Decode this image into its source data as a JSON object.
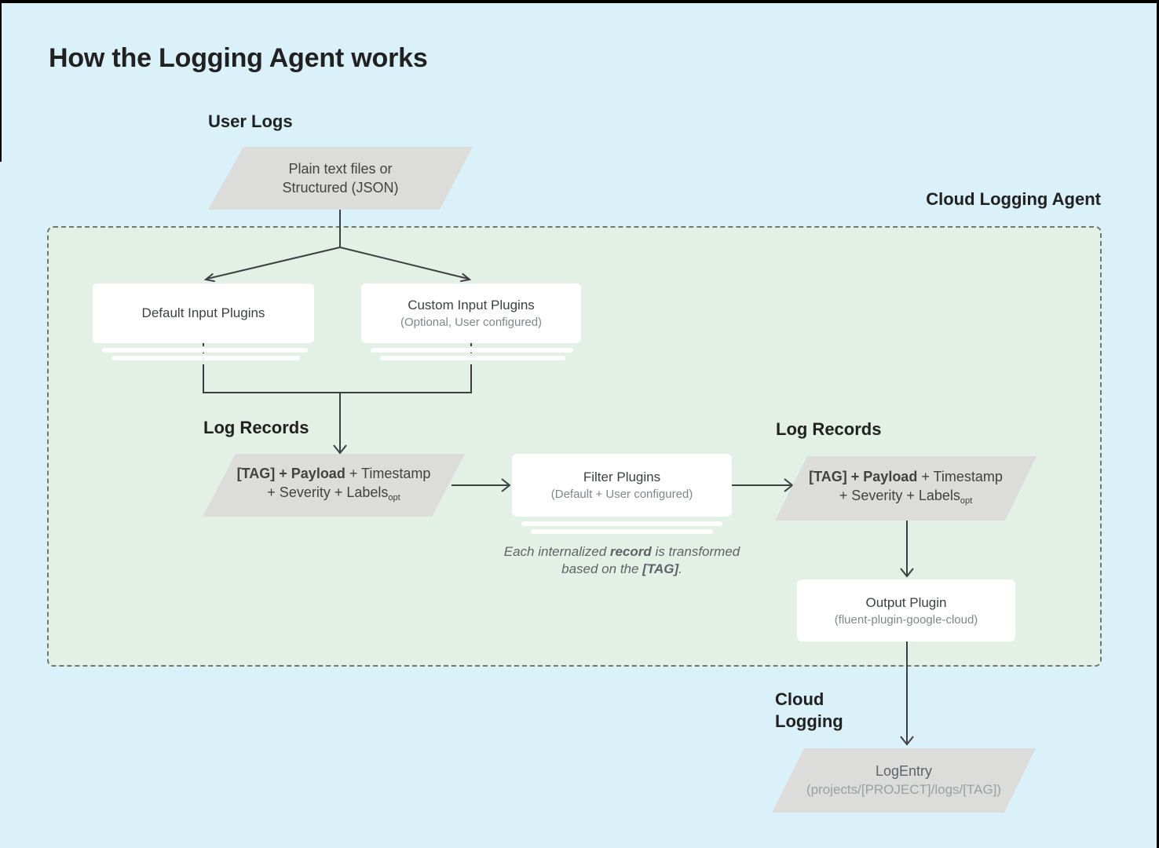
{
  "title": "How the Logging Agent works",
  "agent_region_label": "Cloud Logging Agent",
  "sections": {
    "user_logs_label": "User Logs",
    "log_records_left_label": "Log Records",
    "log_records_right_label": "Log Records",
    "cloud_logging_label_line1": "Cloud",
    "cloud_logging_label_line2": "Logging"
  },
  "nodes": {
    "user_logs": {
      "line1": "Plain text files or",
      "line2": "Structured (JSON)"
    },
    "default_input_plugins": {
      "title": "Default Input Plugins"
    },
    "custom_input_plugins": {
      "title": "Custom Input Plugins",
      "subtitle": "(Optional, User configured)"
    },
    "log_record_left": {
      "line1_bold": "[TAG] + Payload",
      "line1_rest": " + Timestamp",
      "line2": "+ Severity + Labels",
      "line2_subscript": "opt"
    },
    "filter_plugins": {
      "title": "Filter Plugins",
      "subtitle": "(Default + User configured)"
    },
    "log_record_right": {
      "line1_bold": "[TAG] + Payload",
      "line1_rest": " + Timestamp",
      "line2": "+ Severity + Labels",
      "line2_subscript": "opt"
    },
    "output_plugin": {
      "title": "Output Plugin",
      "subtitle": "(fluent-plugin-google-cloud)"
    },
    "log_entry": {
      "title": "LogEntry",
      "subtitle": "(projects/[PROJECT]/logs/[TAG])"
    }
  },
  "note": {
    "part1": "Each internalized ",
    "bold1": "record",
    "part2": " is transformed based on the ",
    "bold2": "[TAG]",
    "part3": "."
  },
  "colors": {
    "page-bg": "#dbf1fa",
    "agent-bg": "#e3f0e6",
    "shape-gray": "#dcdcda",
    "node-bg": "#ffffff",
    "line": "#3c4043",
    "heading": "#212121",
    "body-text": "#424242",
    "muted-text": "#80868b",
    "dashed-border": "#757575"
  }
}
